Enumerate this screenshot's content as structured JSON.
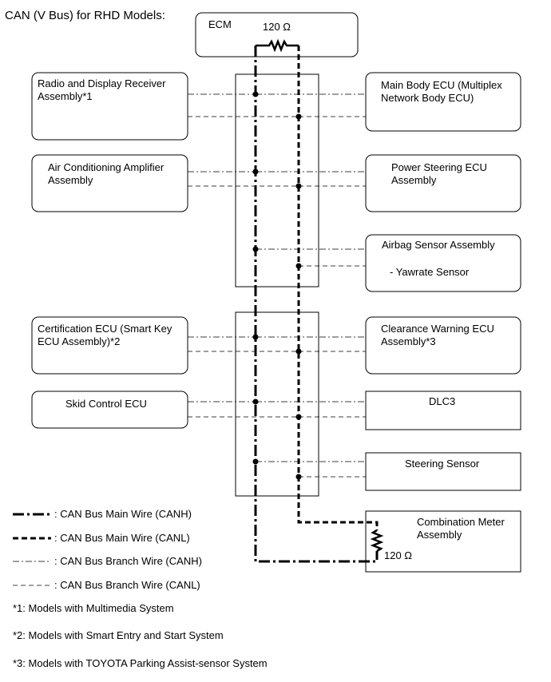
{
  "title": "CAN (V Bus) for RHD Models:",
  "ecm": {
    "label": "ECM",
    "resistor": "120 Ω"
  },
  "left_ecus": [
    {
      "label": "Radio and Display Receiver\nAssembly*1"
    },
    {
      "label": "Air Conditioning Amplifier\nAssembly"
    },
    {
      "label": "Certification ECU (Smart Key\nECU Assembly)*2"
    },
    {
      "label": "Skid Control ECU"
    }
  ],
  "right_ecus": [
    {
      "label": "Main Body ECU (Multiplex\nNetwork Body ECU)"
    },
    {
      "label": "Power Steering ECU\nAssembly"
    },
    {
      "label": "Airbag Sensor Assembly"
    },
    {
      "label": "- Yawrate Sensor"
    },
    {
      "label": "Clearance Warning ECU\nAssembly*3"
    },
    {
      "label": "DLC3"
    },
    {
      "label": "Steering Sensor"
    }
  ],
  "meter": {
    "label": "Combination Meter\nAssembly",
    "resistor": "120 Ω"
  },
  "legend": [
    {
      "style": "main-canh",
      "label": ": CAN Bus Main Wire (CANH)"
    },
    {
      "style": "main-canl",
      "label": ": CAN Bus Main Wire (CANL)"
    },
    {
      "style": "branch-canh",
      "label": ": CAN Bus Branch Wire (CANH)"
    },
    {
      "style": "branch-canl",
      "label": ": CAN Bus Branch Wire (CANL)"
    }
  ],
  "notes": [
    "*1: Models with Multimedia System",
    "*2: Models with Smart Entry and Start System",
    "*3: Models with TOYOTA Parking Assist-sensor System"
  ]
}
